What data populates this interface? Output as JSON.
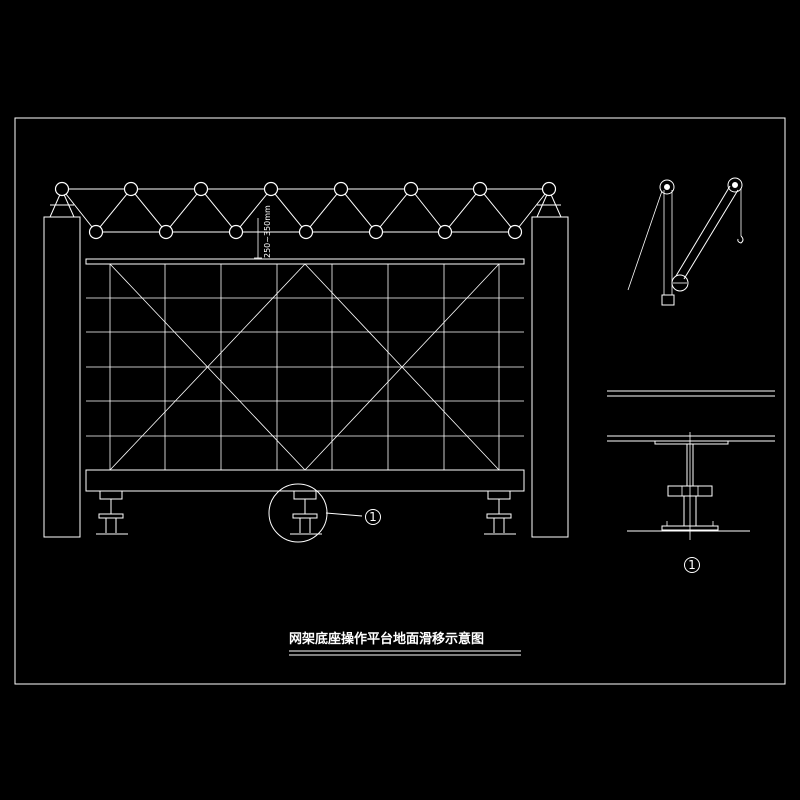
{
  "drawing": {
    "title": "网架底座操作平台地面滑移示意图",
    "dimension_label": "250~350mm",
    "detail_callout": "1",
    "detail_label": "1"
  },
  "colors": {
    "background": "#000000",
    "line": "#ffffff"
  }
}
